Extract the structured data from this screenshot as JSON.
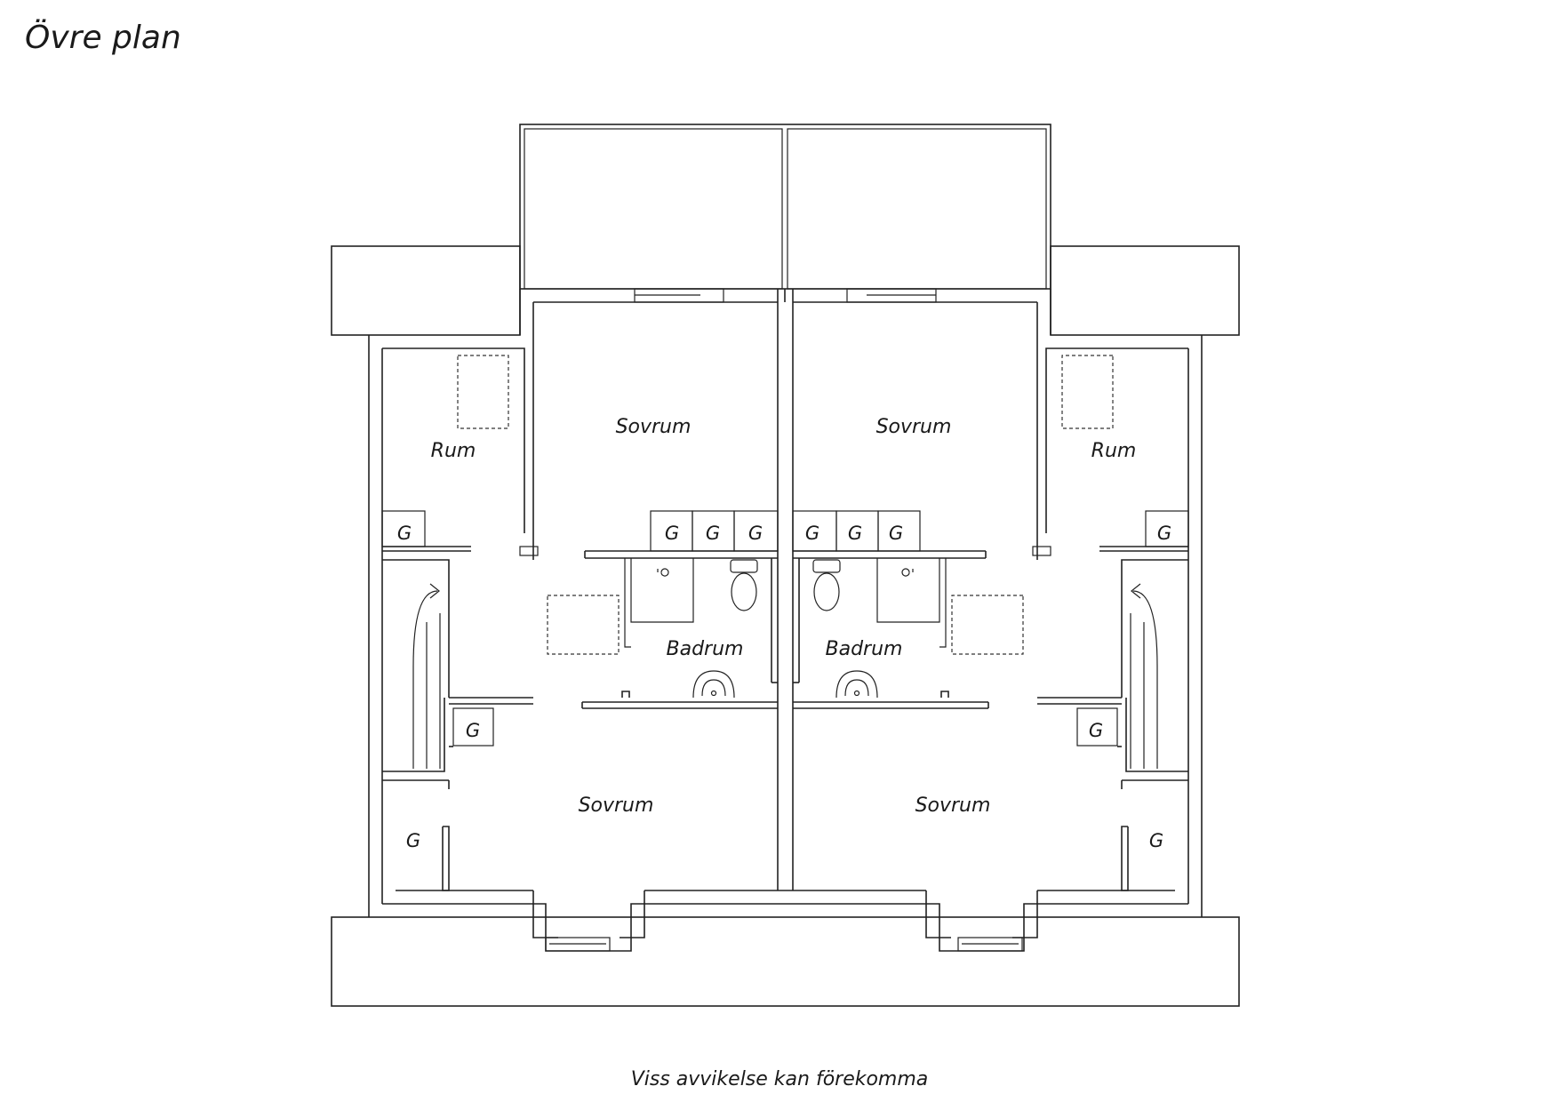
{
  "page": {
    "title": "Övre plan",
    "footnote": "Viss avvikelse kan förekomma"
  },
  "plan": {
    "rooms": [
      {
        "id": "sovrum-top-left",
        "label": "Sovrum"
      },
      {
        "id": "sovrum-top-right",
        "label": "Sovrum"
      },
      {
        "id": "rum-left",
        "label": "Rum"
      },
      {
        "id": "rum-right",
        "label": "Rum"
      },
      {
        "id": "badrum-left",
        "label": "Badrum"
      },
      {
        "id": "badrum-right",
        "label": "Badrum"
      },
      {
        "id": "sovrum-bottom-left",
        "label": "Sovrum"
      },
      {
        "id": "sovrum-bottom-right",
        "label": "Sovrum"
      }
    ],
    "closet_label": "G"
  },
  "colors": {
    "line": "#222222",
    "background": "#ffffff"
  }
}
